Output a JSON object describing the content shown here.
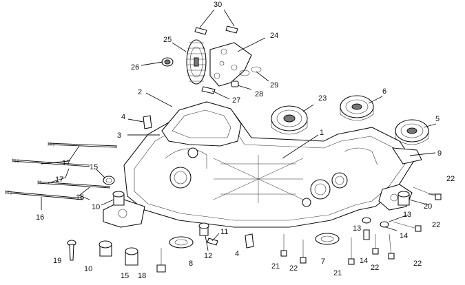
{
  "callouts": [
    "1",
    "2",
    "3",
    "4",
    "4",
    "5",
    "6",
    "7",
    "8",
    "9",
    "10",
    "10",
    "11",
    "12",
    "13",
    "13",
    "14",
    "14",
    "15",
    "15",
    "16",
    "16",
    "17",
    "17",
    "18",
    "19",
    "20",
    "21",
    "21",
    "22",
    "22",
    "22",
    "22",
    "22",
    "23",
    "24",
    "25",
    "26",
    "27",
    "28",
    "29",
    "30"
  ],
  "colors": {
    "ink": "#111111",
    "background": "#ffffff",
    "shade": "#777777"
  }
}
